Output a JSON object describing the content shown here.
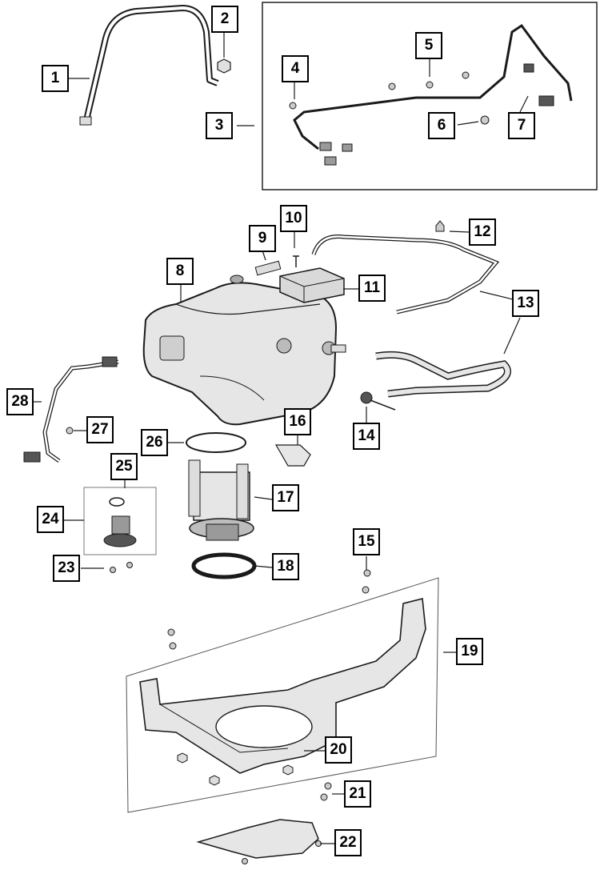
{
  "diagram": {
    "callouts": [
      "1",
      "2",
      "3",
      "4",
      "5",
      "6",
      "7",
      "8",
      "9",
      "10",
      "11",
      "12",
      "13",
      "14",
      "15",
      "16",
      "17",
      "18",
      "19",
      "20",
      "21",
      "22",
      "23",
      "24",
      "25",
      "26",
      "27",
      "28"
    ]
  },
  "colors": {
    "line": "#1a1a1a",
    "fill_light": "#e6e6e6",
    "fill_mid": "#bdbdbd",
    "background": "#ffffff"
  }
}
